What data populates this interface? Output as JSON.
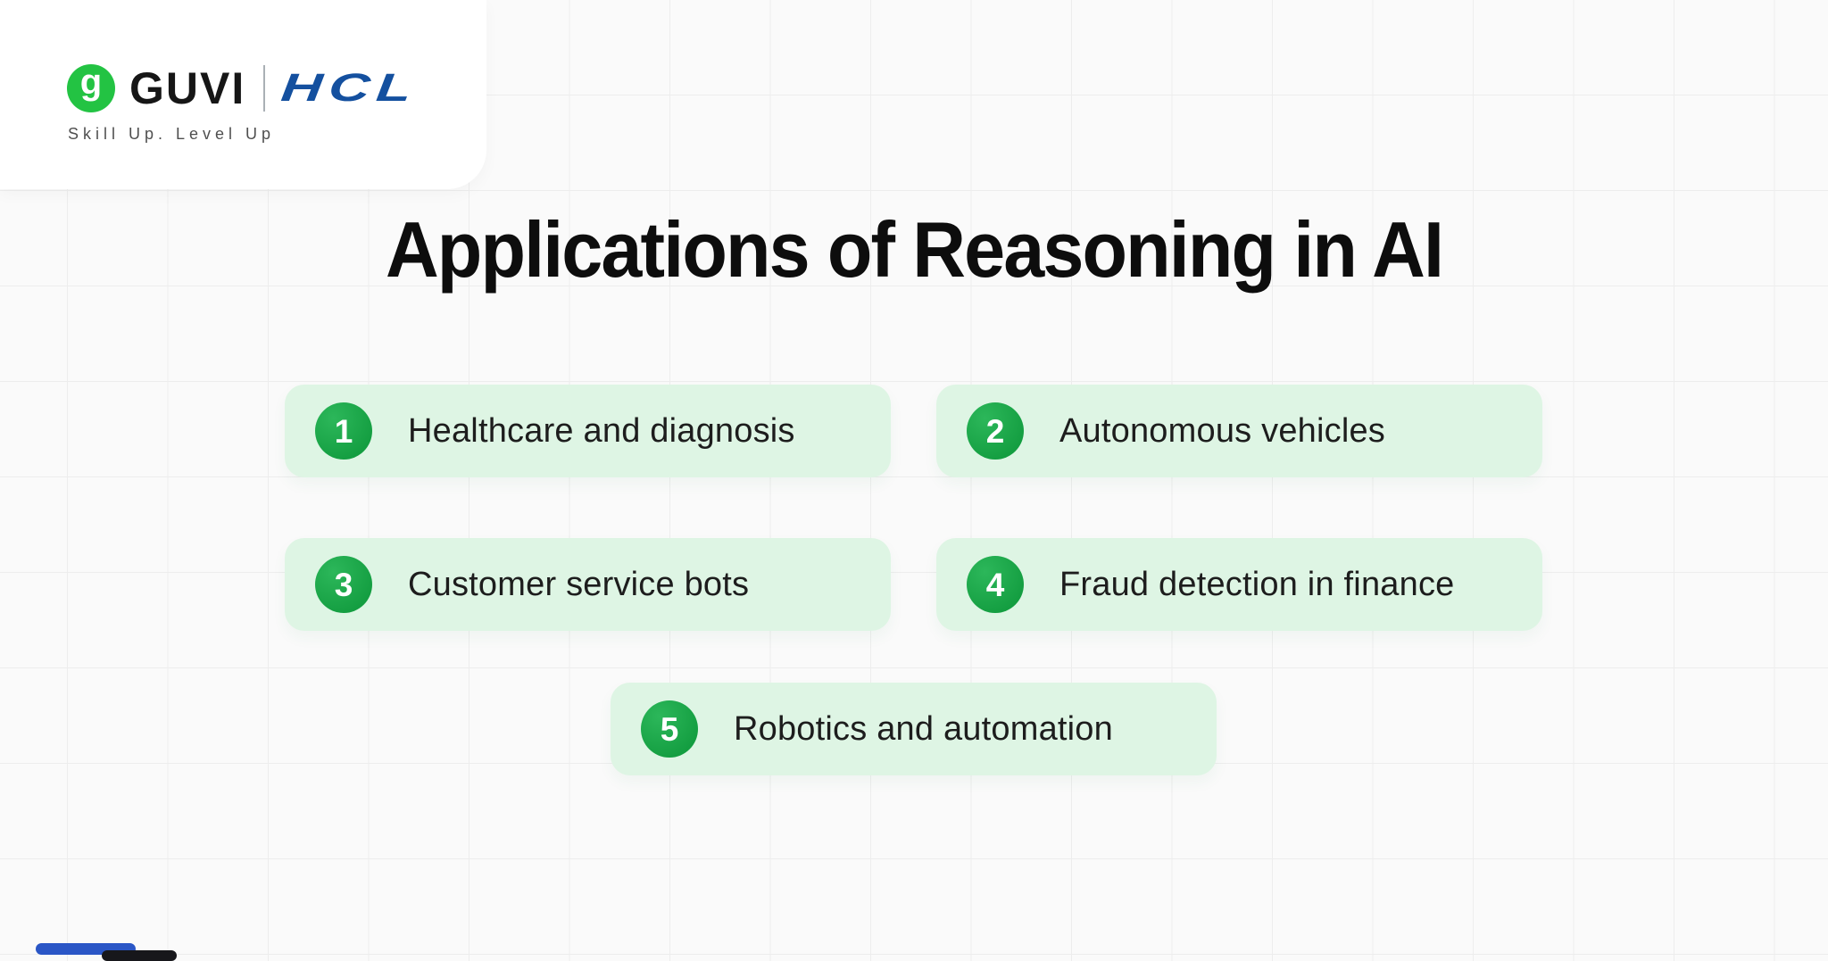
{
  "brand": {
    "mark_glyph": "g",
    "guvi_label": "GUVI",
    "partner_label": "HCL",
    "tagline": "Skill Up. Level Up"
  },
  "title": "Applications of Reasoning in AI",
  "cards": [
    {
      "number": "1",
      "label": "Healthcare and diagnosis"
    },
    {
      "number": "2",
      "label": "Autonomous vehicles"
    },
    {
      "number": "3",
      "label": "Customer service bots"
    },
    {
      "number": "4",
      "label": "Fraud detection in finance"
    },
    {
      "number": "5",
      "label": "Robotics and automation"
    }
  ],
  "colors": {
    "background": "#fafafa",
    "grid_line": "#ededed",
    "guvi_green": "#23c343",
    "hcl_blue": "#14509f",
    "card_bg": "#def5e4",
    "badge_green": "#149e41",
    "badge_green_light": "#2cb75a",
    "title_color": "#0d0d0d",
    "accent_bar_blue": "#2a56c6",
    "accent_bar_dark": "#17171b"
  }
}
